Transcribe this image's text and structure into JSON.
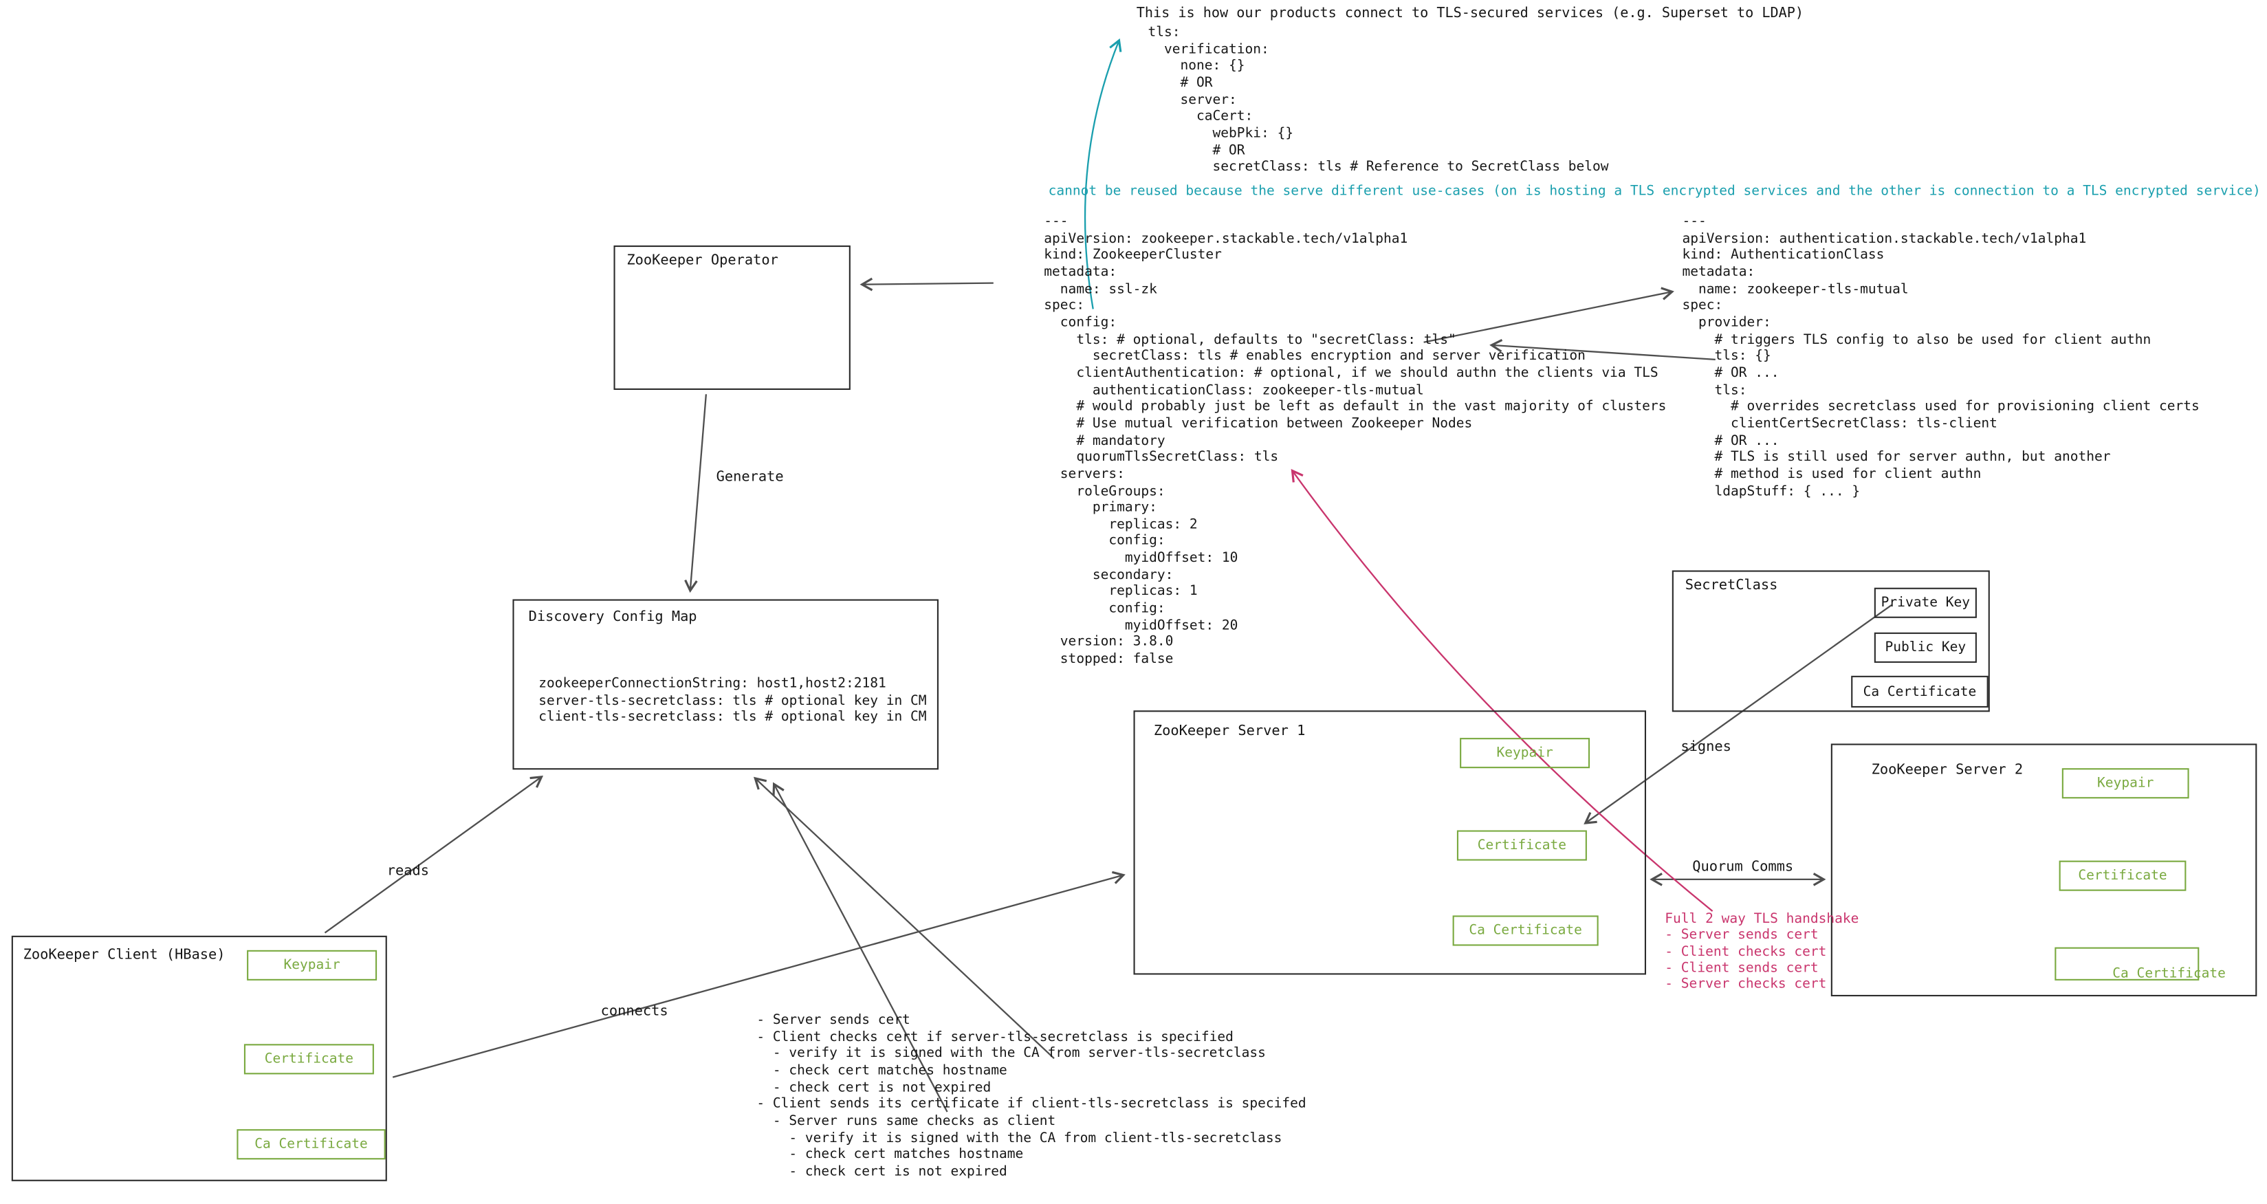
{
  "colors": {
    "teal": "#1a9fae",
    "pink": "#c9356d",
    "green": "#79a93f",
    "arrow": "#4f4f4f",
    "ink": "#161616"
  },
  "header": {
    "title": "This is how our products connect to TLS-secured services (e.g. Superset to LDAP)",
    "yaml": "tls:\n  verification:\n    none: {}\n    # OR\n    server:\n      caCert:\n        webPki: {}\n        # OR\n        secretClass: tls # Reference to SecretClass below",
    "note": "cannot be reused because the serve different use-cases (on is hosting a TLS encrypted services and the other is connection to a TLS encrypted service)"
  },
  "yaml_left": "---\napiVersion: zookeeper.stackable.tech/v1alpha1\nkind: ZookeeperCluster\nmetadata:\n  name: ssl-zk\nspec:\n  config:\n    tls: # optional, defaults to \"secretClass: tls\"\n      secretClass: tls # enables encryption and server verification\n    clientAuthentication: # optional, if we should authn the clients via TLS\n      authenticationClass: zookeeper-tls-mutual\n    # would probably just be left as default in the vast majority of clusters\n    # Use mutual verification between Zookeeper Nodes\n    # mandatory\n    quorumTlsSecretClass: tls\n  servers:\n    roleGroups:\n      primary:\n        replicas: 2\n        config:\n          myidOffset: 10\n      secondary:\n        replicas: 1\n        config:\n          myidOffset: 20\n  version: 3.8.0\n  stopped: false",
  "yaml_right": "---\napiVersion: authentication.stackable.tech/v1alpha1\nkind: AuthenticationClass\nmetadata:\n  name: zookeeper-tls-mutual\nspec:\n  provider:\n    # triggers TLS config to also be used for client authn\n    tls: {}\n    # OR ...\n    tls:\n      # overrides secretclass used for provisioning client certs\n      clientCertSecretClass: tls-client\n    # OR ...\n    # TLS is still used for server authn, but another\n    # method is used for client authn\n    ldapStuff: { ... }",
  "boxes": {
    "operator": {
      "label": "ZooKeeper Operator"
    },
    "discovery": {
      "label": "Discovery Config Map",
      "lines": "zookeeperConnectionString: host1,host2:2181\nserver-tls-secretclass: tls # optional key in CM\nclient-tls-secretclass: tls # optional key in CM"
    },
    "secretclass": {
      "label": "SecretClass",
      "private_key": "Private Key",
      "public_key": "Public Key",
      "ca_certificate": "Ca Certificate"
    },
    "server1": {
      "label": "ZooKeeper Server 1",
      "keypair": "Keypair",
      "certificate": "Certificate",
      "ca_certificate": "Ca Certificate"
    },
    "server2": {
      "label": "ZooKeeper Server 2",
      "keypair": "Keypair",
      "certificate": "Certificate",
      "ca_certificate": "Ca Certificate"
    },
    "client": {
      "label": "ZooKeeper Client (HBase)",
      "keypair": "Keypair",
      "certificate": "Certificate",
      "ca_certificate": "Ca Certificate"
    }
  },
  "edges": {
    "generate": "Generate",
    "reads": "reads",
    "connects": "connects",
    "signes": "signes",
    "quorum": "Quorum Comms"
  },
  "notes": {
    "handshake": "Full 2 way TLS handshake\n- Server sends cert\n- Client checks cert\n- Client sends cert\n- Server checks cert",
    "checks": "- Server sends cert\n- Client checks cert if server-tls-secretclass is specified\n  - verify it is signed with the CA from server-tls-secretclass\n  - check cert matches hostname\n  - check cert is not expired\n- Client sends its certificate if client-tls-secretclass is specifed\n  - Server runs same checks as client\n    - verify it is signed with the CA from client-tls-secretclass\n    - check cert matches hostname\n    - check cert is not expired"
  }
}
